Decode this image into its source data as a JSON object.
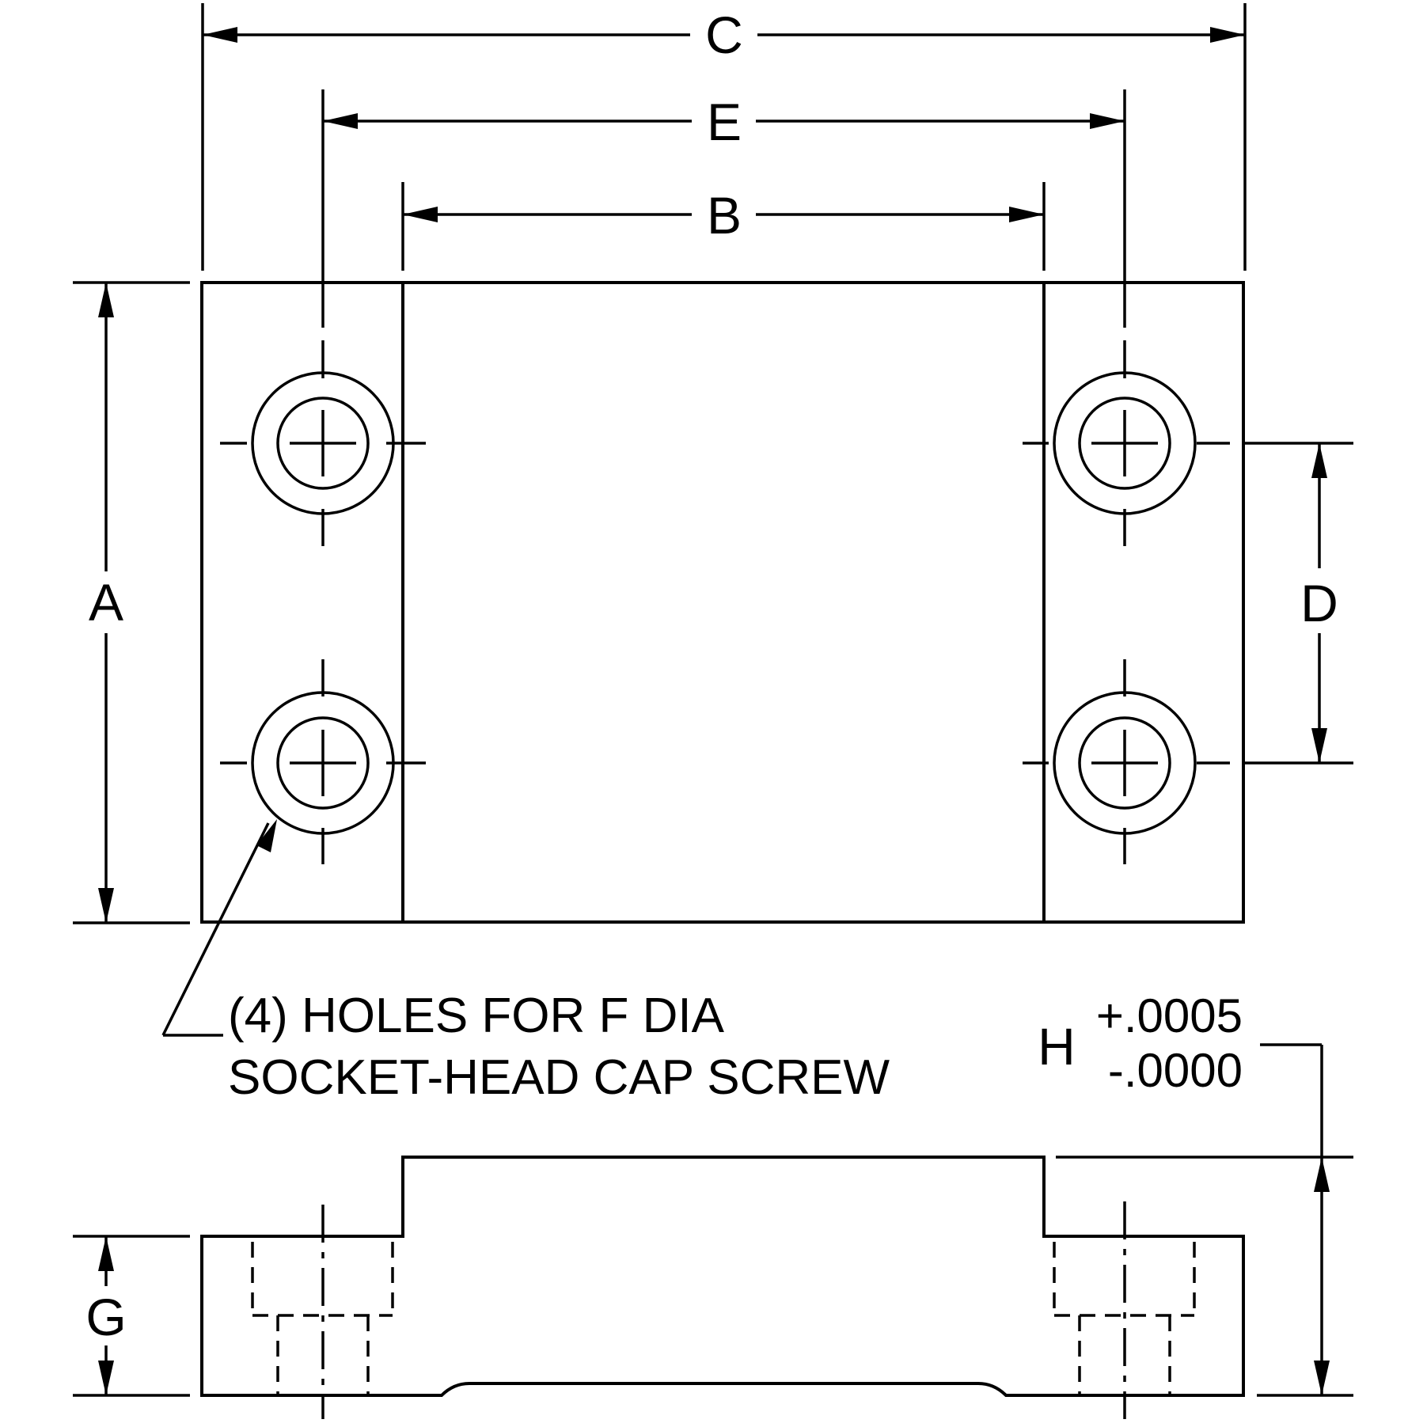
{
  "dimensions": {
    "a": "A",
    "b": "B",
    "c": "C",
    "d": "D",
    "e": "E",
    "g": "G",
    "h": "H"
  },
  "tolerance": {
    "plus": "+.0005",
    "minus": "-.0000"
  },
  "note": {
    "line1": "(4) HOLES FOR F DIA",
    "line2": "SOCKET-HEAD CAP SCREW"
  }
}
